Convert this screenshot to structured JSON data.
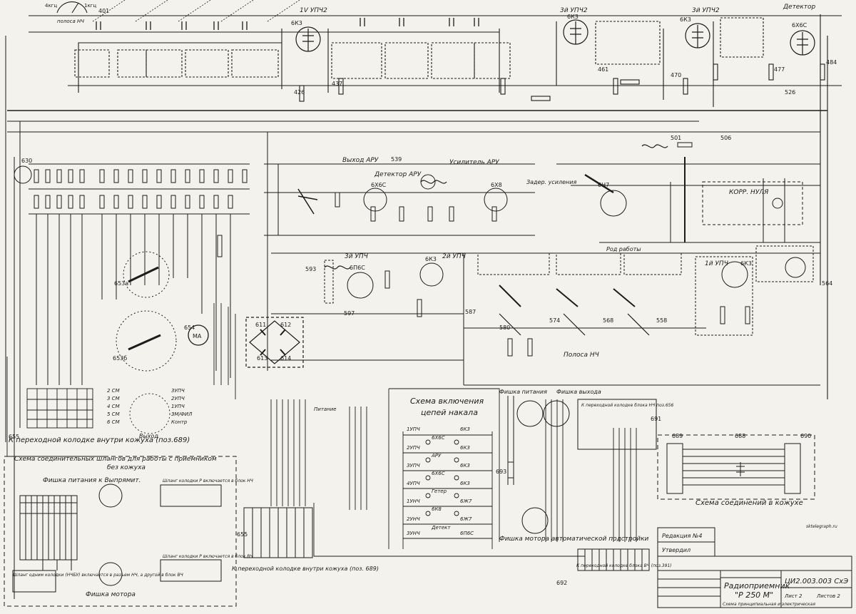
{
  "sections": {
    "rf2": "1V УПЧ2",
    "if2_3": "3й УПЧ2",
    "if4_3": "3й УПЧ2",
    "detector": "Детектор",
    "agc_out": "Выход АРУ",
    "agc_det": "Детектор АРУ",
    "agc_amp": "Усилитель АРУ",
    "delay": "Задер. усиления",
    "corr": "КОРР. НУЛЯ",
    "work_mode": "Род работы",
    "if3": "3й УПЧ",
    "if2": "2й УПЧ",
    "if1": "1й УПЧ",
    "band": "Полоса НЧ",
    "band_top": "полоса НЧ",
    "heater_title_1": "Схема включения",
    "heater_title_2": "цепей накала",
    "conn_title_1": "Схема соединительных шлангов для работы с приемником",
    "conn_title_2": "без кожуха",
    "power_plug": "Фишка питания к Выпрямит.",
    "motor_plug": "Фишка мотора",
    "motor_plug_auto": "Фишка мотора автоматической подстройки",
    "power_plug2": "Фишка питания",
    "out_plug": "Фишка выхода",
    "inner_block": "К переходной колодке внутри кожуха (поз.689)",
    "inner_block2": "К переходной колодке внутри кожуха (поз. 689)",
    "housing_title": "Схема соединений в кожухе",
    "block_vch": "К переходной колодке блока ВЧ (поз.391)",
    "block_nch": "К переходной колодке блока НЧ поз.656",
    "shlang_bottom": "Шланг одним колодки (НЧБУ) включается в разъем НЧ, а другой в блок ВЧ",
    "shlang_right1": "Шланг колодки Р включается в блок НЧ",
    "shlang_right2": "Шланг колодки Р включается в блок ВЧ",
    "power_label": "Питание",
    "vyhod": "Выход"
  },
  "labels": {
    "pos_655": "655",
    "pos_654": "654",
    "pos_653a": "653а",
    "pos_653b": "653б",
    "pos_690": "690",
    "pos_688": "688",
    "pos_689": "689",
    "pos_691": "691",
    "pos_692": "692",
    "pos_693": "693",
    "pos_630": "630",
    "pos_539": "539",
    "pos_564": "564",
    "pos_401": "401",
    "pos_426": "426",
    "pos_437": "437",
    "pos_461": "461",
    "pos_470": "470",
    "pos_477": "477",
    "pos_484": "484",
    "pos_526": "526",
    "pos_501": "501",
    "pos_506": "506",
    "pos_611": "611",
    "pos_612": "612",
    "pos_613": "613",
    "pos_614": "614",
    "pos_593": "593",
    "pos_597": "597",
    "pos_587": "587",
    "pos_580": "580",
    "pos_574": "574",
    "pos_568": "568",
    "pos_558": "558",
    "tube_6k3": "6К3",
    "tube_6k3b": "6К3",
    "tube_6k3c": "6К3",
    "tube_6k3d": "6К3",
    "tube_6k3e": "6К3",
    "tube_6k6c": "6Х6С",
    "tube_6p6c": "6П6С",
    "tube_6n7": "6Н7",
    "tube_6k8": "6Х8",
    "meter": "МА",
    "switch_4kc": "4кгц",
    "switch_1kc": "1кгц",
    "bandwidth": "полоса НЧ"
  },
  "title_block": {
    "device": "Радиоприемник",
    "model": "\"Р 250 М\"",
    "desc": "Схема принципиальная и электрическая",
    "code": "ЦИ2.003.003 СхЭ",
    "approved": "Утвердил",
    "edition": "Редакция №4",
    "sheet": "Лист 2",
    "sheets": "Листов 2",
    "site": "sktelegraph.ru"
  },
  "tables": {
    "switch_rows": [
      "2 СМ",
      "3 СМ",
      "4 СМ",
      "5 СМ",
      "6 СМ",
      "3УПЧ",
      "2УПЧ",
      "1УПЧ",
      "ЗМ/ФИЛ",
      "Контр"
    ],
    "heater_rows": [
      "1УПЧ",
      "2УПЧ",
      "3УПЧ",
      "4УПЧ",
      "1УНЧ",
      "2УНЧ",
      "3УНЧ",
      "Детект",
      "АРУ",
      "Гетер"
    ],
    "heater_tubes": [
      "6К3",
      "6К3",
      "6К3",
      "6К3",
      "6Ж7",
      "6Ж7",
      "6П6С",
      "6Х6С",
      "6Х6С",
      "6К8"
    ]
  },
  "colors": {
    "ink": "#1c1c1c",
    "paper": "#f4f2ec"
  }
}
